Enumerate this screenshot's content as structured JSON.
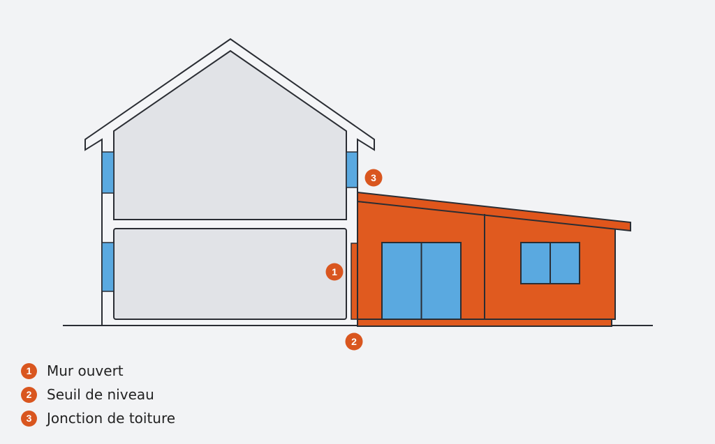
{
  "colors": {
    "background": "#f2f3f5",
    "house_fill": "#e1e3e7",
    "wall_fill": "#f4f5f7",
    "outline": "#2a2d33",
    "window_blue": "#5aa9e0",
    "extension_orange": "#e05a1f",
    "extension_roof": "#e0561c",
    "marker": "#d9561f"
  },
  "markers": [
    {
      "number": "1"
    },
    {
      "number": "2"
    },
    {
      "number": "3"
    }
  ],
  "legend": [
    {
      "number": "1",
      "label": "Mur ouvert"
    },
    {
      "number": "2",
      "label": "Seuil de niveau"
    },
    {
      "number": "3",
      "label": "Jonction de toiture"
    }
  ]
}
